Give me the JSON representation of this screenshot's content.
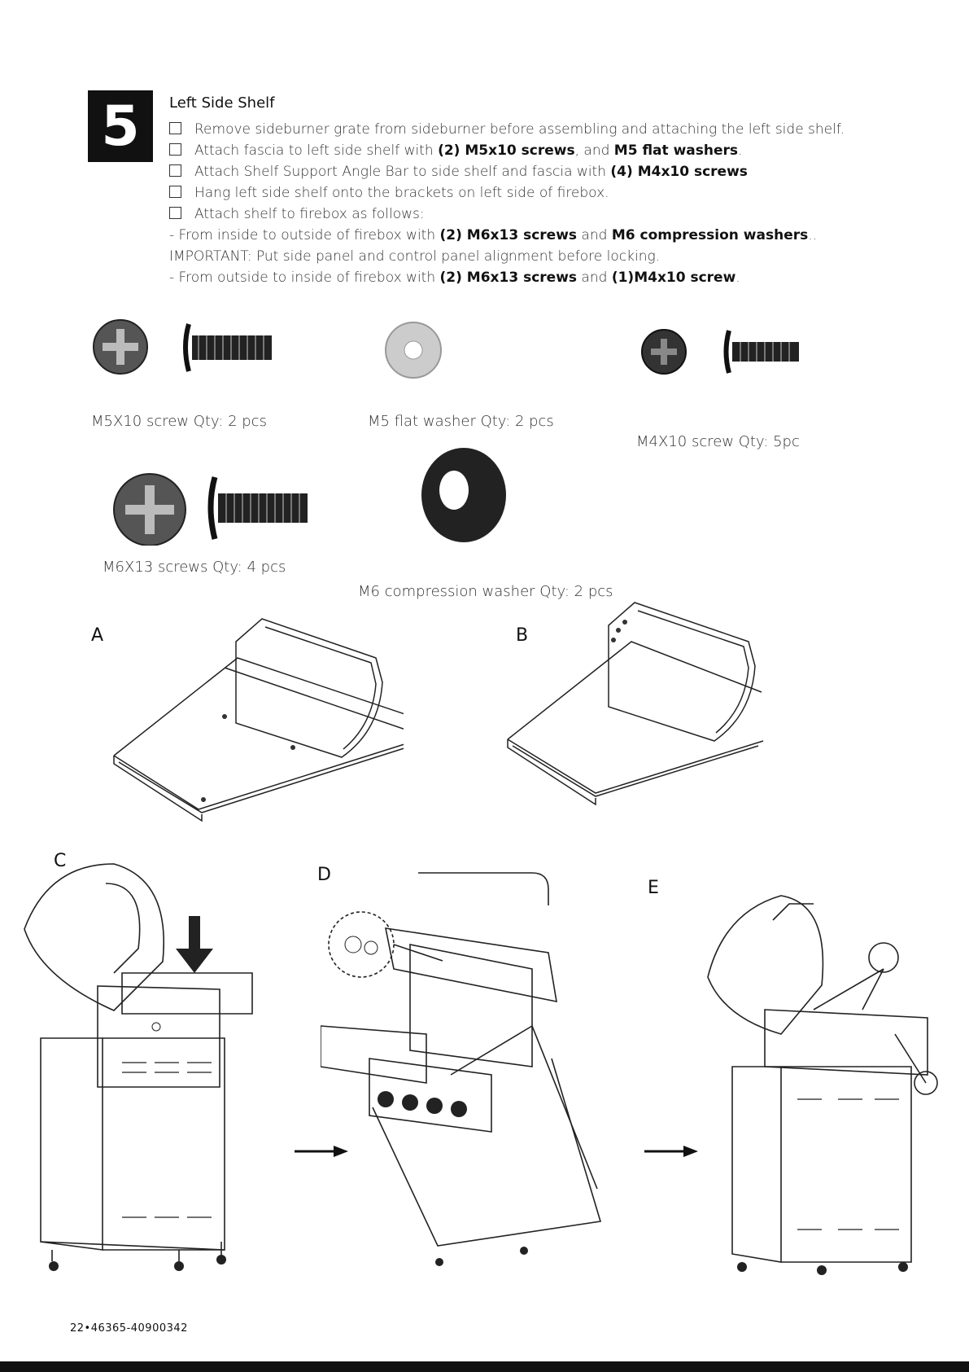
{
  "step": {
    "number": "5",
    "title": "Left Side Shelf"
  },
  "instructions": [
    {
      "check": true,
      "parts": [
        {
          "t": "Remove sideburner grate from sideburner before assembling and attaching the left side shelf.",
          "b": false
        }
      ]
    },
    {
      "check": true,
      "parts": [
        {
          "t": "Attach fascia to left side shelf with ",
          "b": false
        },
        {
          "t": "(2) M5x10 screws",
          "b": true
        },
        {
          "t": ", and ",
          "b": false
        },
        {
          "t": "M5 flat washers",
          "b": true
        },
        {
          "t": ".",
          "b": false
        }
      ]
    },
    {
      "check": true,
      "parts": [
        {
          "t": "Attach Shelf Support Angle Bar to side shelf and fascia with ",
          "b": false
        },
        {
          "t": "(4) M4x10 screws",
          "b": true
        }
      ]
    },
    {
      "check": true,
      "parts": [
        {
          "t": "Hang left side shelf onto the brackets on left side of firebox.",
          "b": false
        }
      ]
    },
    {
      "check": true,
      "parts": [
        {
          "t": "Attach shelf to firebox as follows:",
          "b": false
        }
      ]
    },
    {
      "check": false,
      "parts": [
        {
          "t": "- From inside to outside of firebox with ",
          "b": false
        },
        {
          "t": "(2) M6x13 screws",
          "b": true
        },
        {
          "t": " and ",
          "b": false
        },
        {
          "t": "M6 compression washers",
          "b": true
        },
        {
          "t": "..",
          "b": false
        }
      ]
    },
    {
      "check": false,
      "parts": [
        {
          "t": "IMPORTANT: Put side panel and control panel alignment before locking.",
          "b": false
        }
      ]
    },
    {
      "check": false,
      "parts": [
        {
          "t": "- From outside to inside of firebox with ",
          "b": false
        },
        {
          "t": "(2) M6x13 screws",
          "b": true
        },
        {
          "t": " and ",
          "b": false
        },
        {
          "t": "(1)M4x10 screw",
          "b": true
        },
        {
          "t": ".",
          "b": false
        }
      ]
    }
  ],
  "hardware": {
    "m5x10": "M5X10 screw    Qty: 2 pcs",
    "m5washer": "M5 flat washer    Qty: 2 pcs",
    "m4x10": "M4X10 screw    Qty: 5pc",
    "m6x13": "M6X13 screws    Qty: 4 pcs",
    "m6washer": "M6 compression washer Qty: 2 pcs"
  },
  "figures": {
    "a": "A",
    "b": "B",
    "c": "C",
    "d": "D",
    "e": "E"
  },
  "footer": "22•46365-40900342"
}
